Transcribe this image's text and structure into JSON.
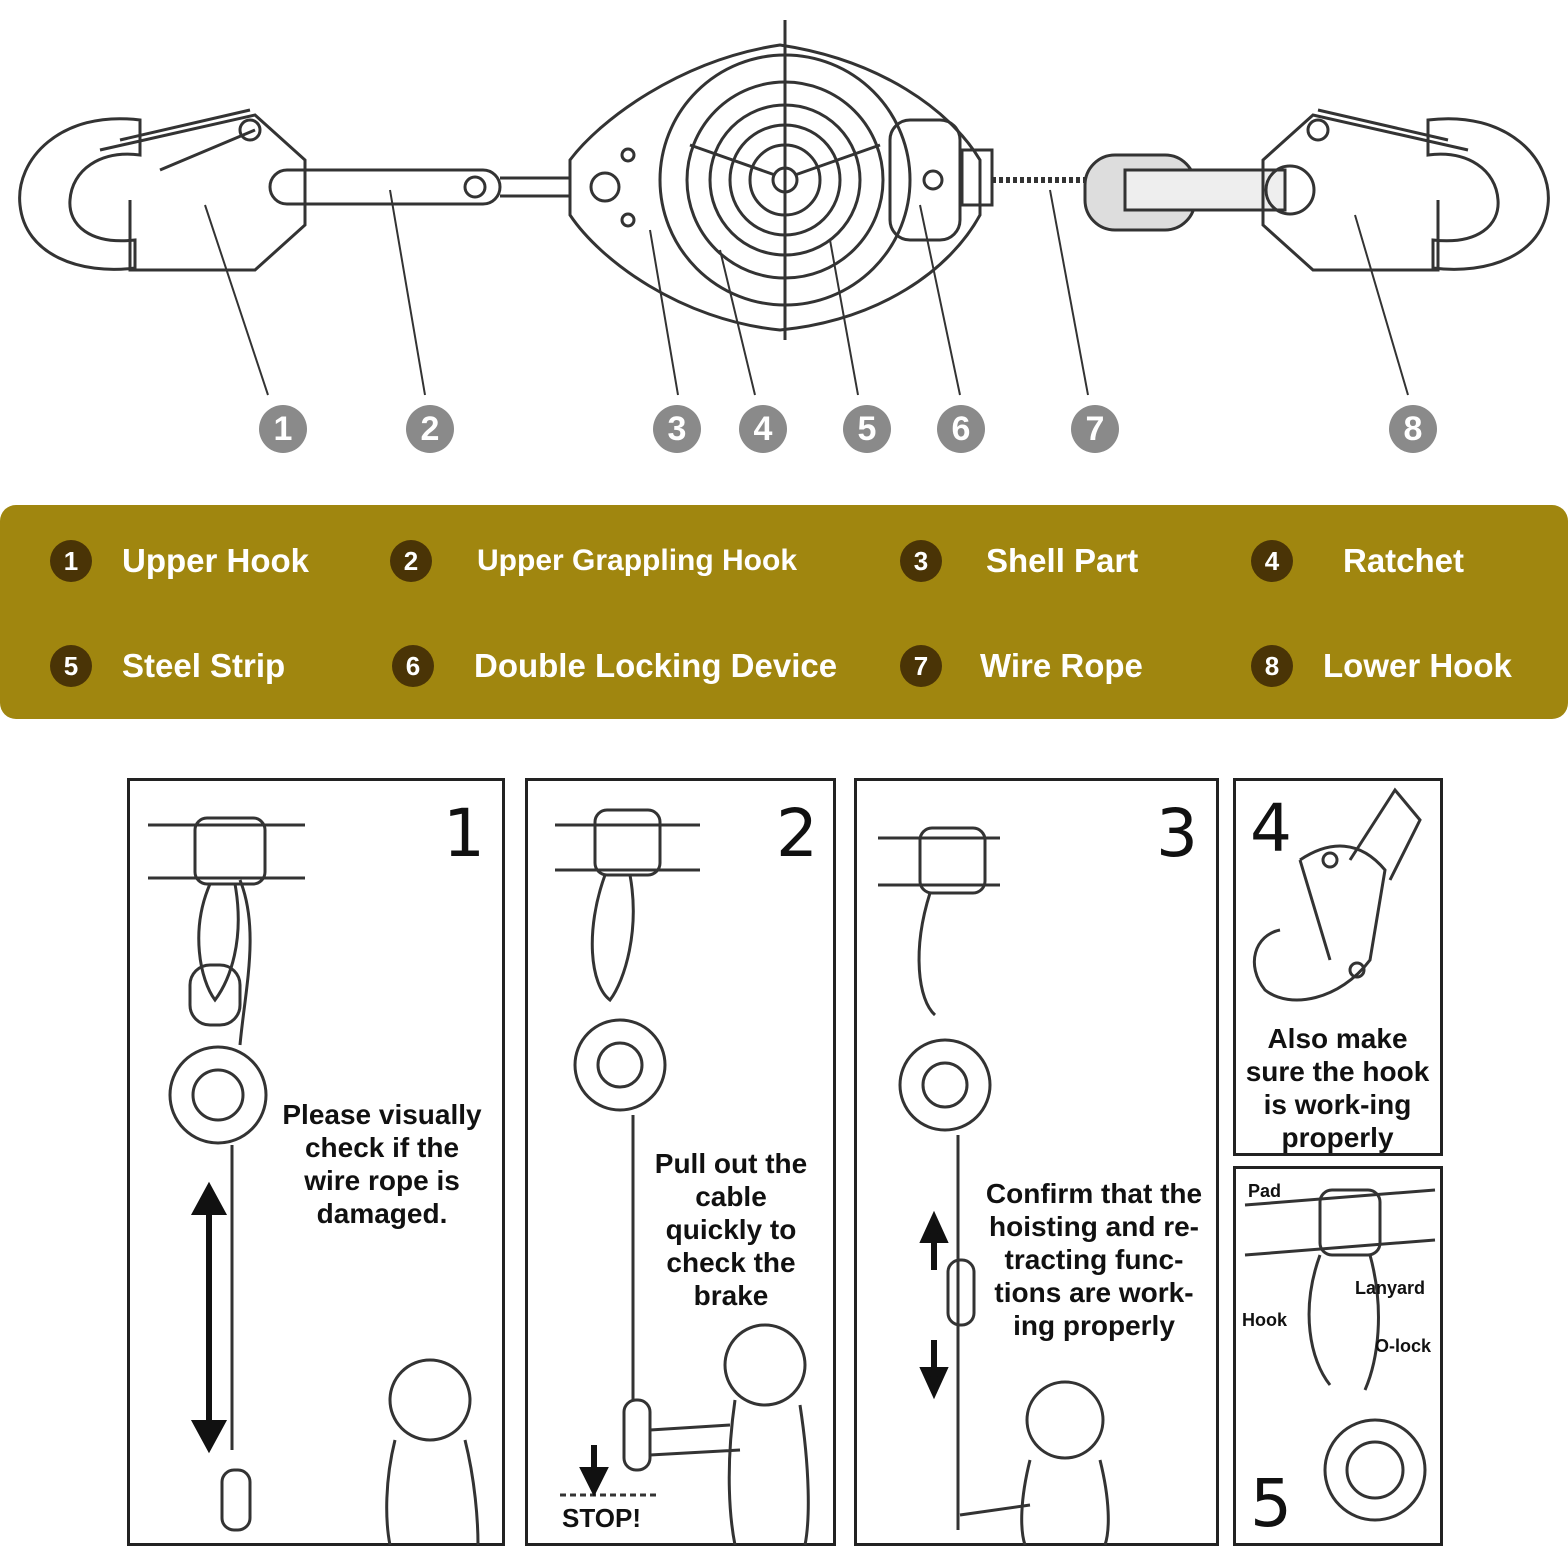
{
  "callouts": [
    "1",
    "2",
    "3",
    "4",
    "5",
    "6",
    "7",
    "8"
  ],
  "legend": [
    {
      "num": "1",
      "label": "Upper Hook"
    },
    {
      "num": "2",
      "label": "Upper Grappling Hook"
    },
    {
      "num": "3",
      "label": "Shell Part"
    },
    {
      "num": "4",
      "label": "Ratchet"
    },
    {
      "num": "5",
      "label": "Steel Strip"
    },
    {
      "num": "6",
      "label": "Double Locking Device"
    },
    {
      "num": "7",
      "label": "Wire Rope"
    },
    {
      "num": "8",
      "label": "Lower Hook"
    }
  ],
  "colors": {
    "band": "#a0860f",
    "legend_circle": "#4a3406",
    "callout_circle": "#8a8a8a"
  },
  "steps": [
    {
      "num": "1",
      "text": "Please visually check if the wire rope is damaged."
    },
    {
      "num": "2",
      "text": "Pull out the cable quickly to check the brake",
      "stop": "STOP!"
    },
    {
      "num": "3",
      "text": "Confirm that the hoisting and re-tracting func-tions are work-ing properly"
    },
    {
      "num": "4",
      "text": "Also make sure the hook is work-ing properly"
    },
    {
      "num": "5",
      "labels": {
        "pad": "Pad",
        "lanyard": "Lanyard",
        "hook": "Hook",
        "olock": "O-lock"
      }
    }
  ]
}
